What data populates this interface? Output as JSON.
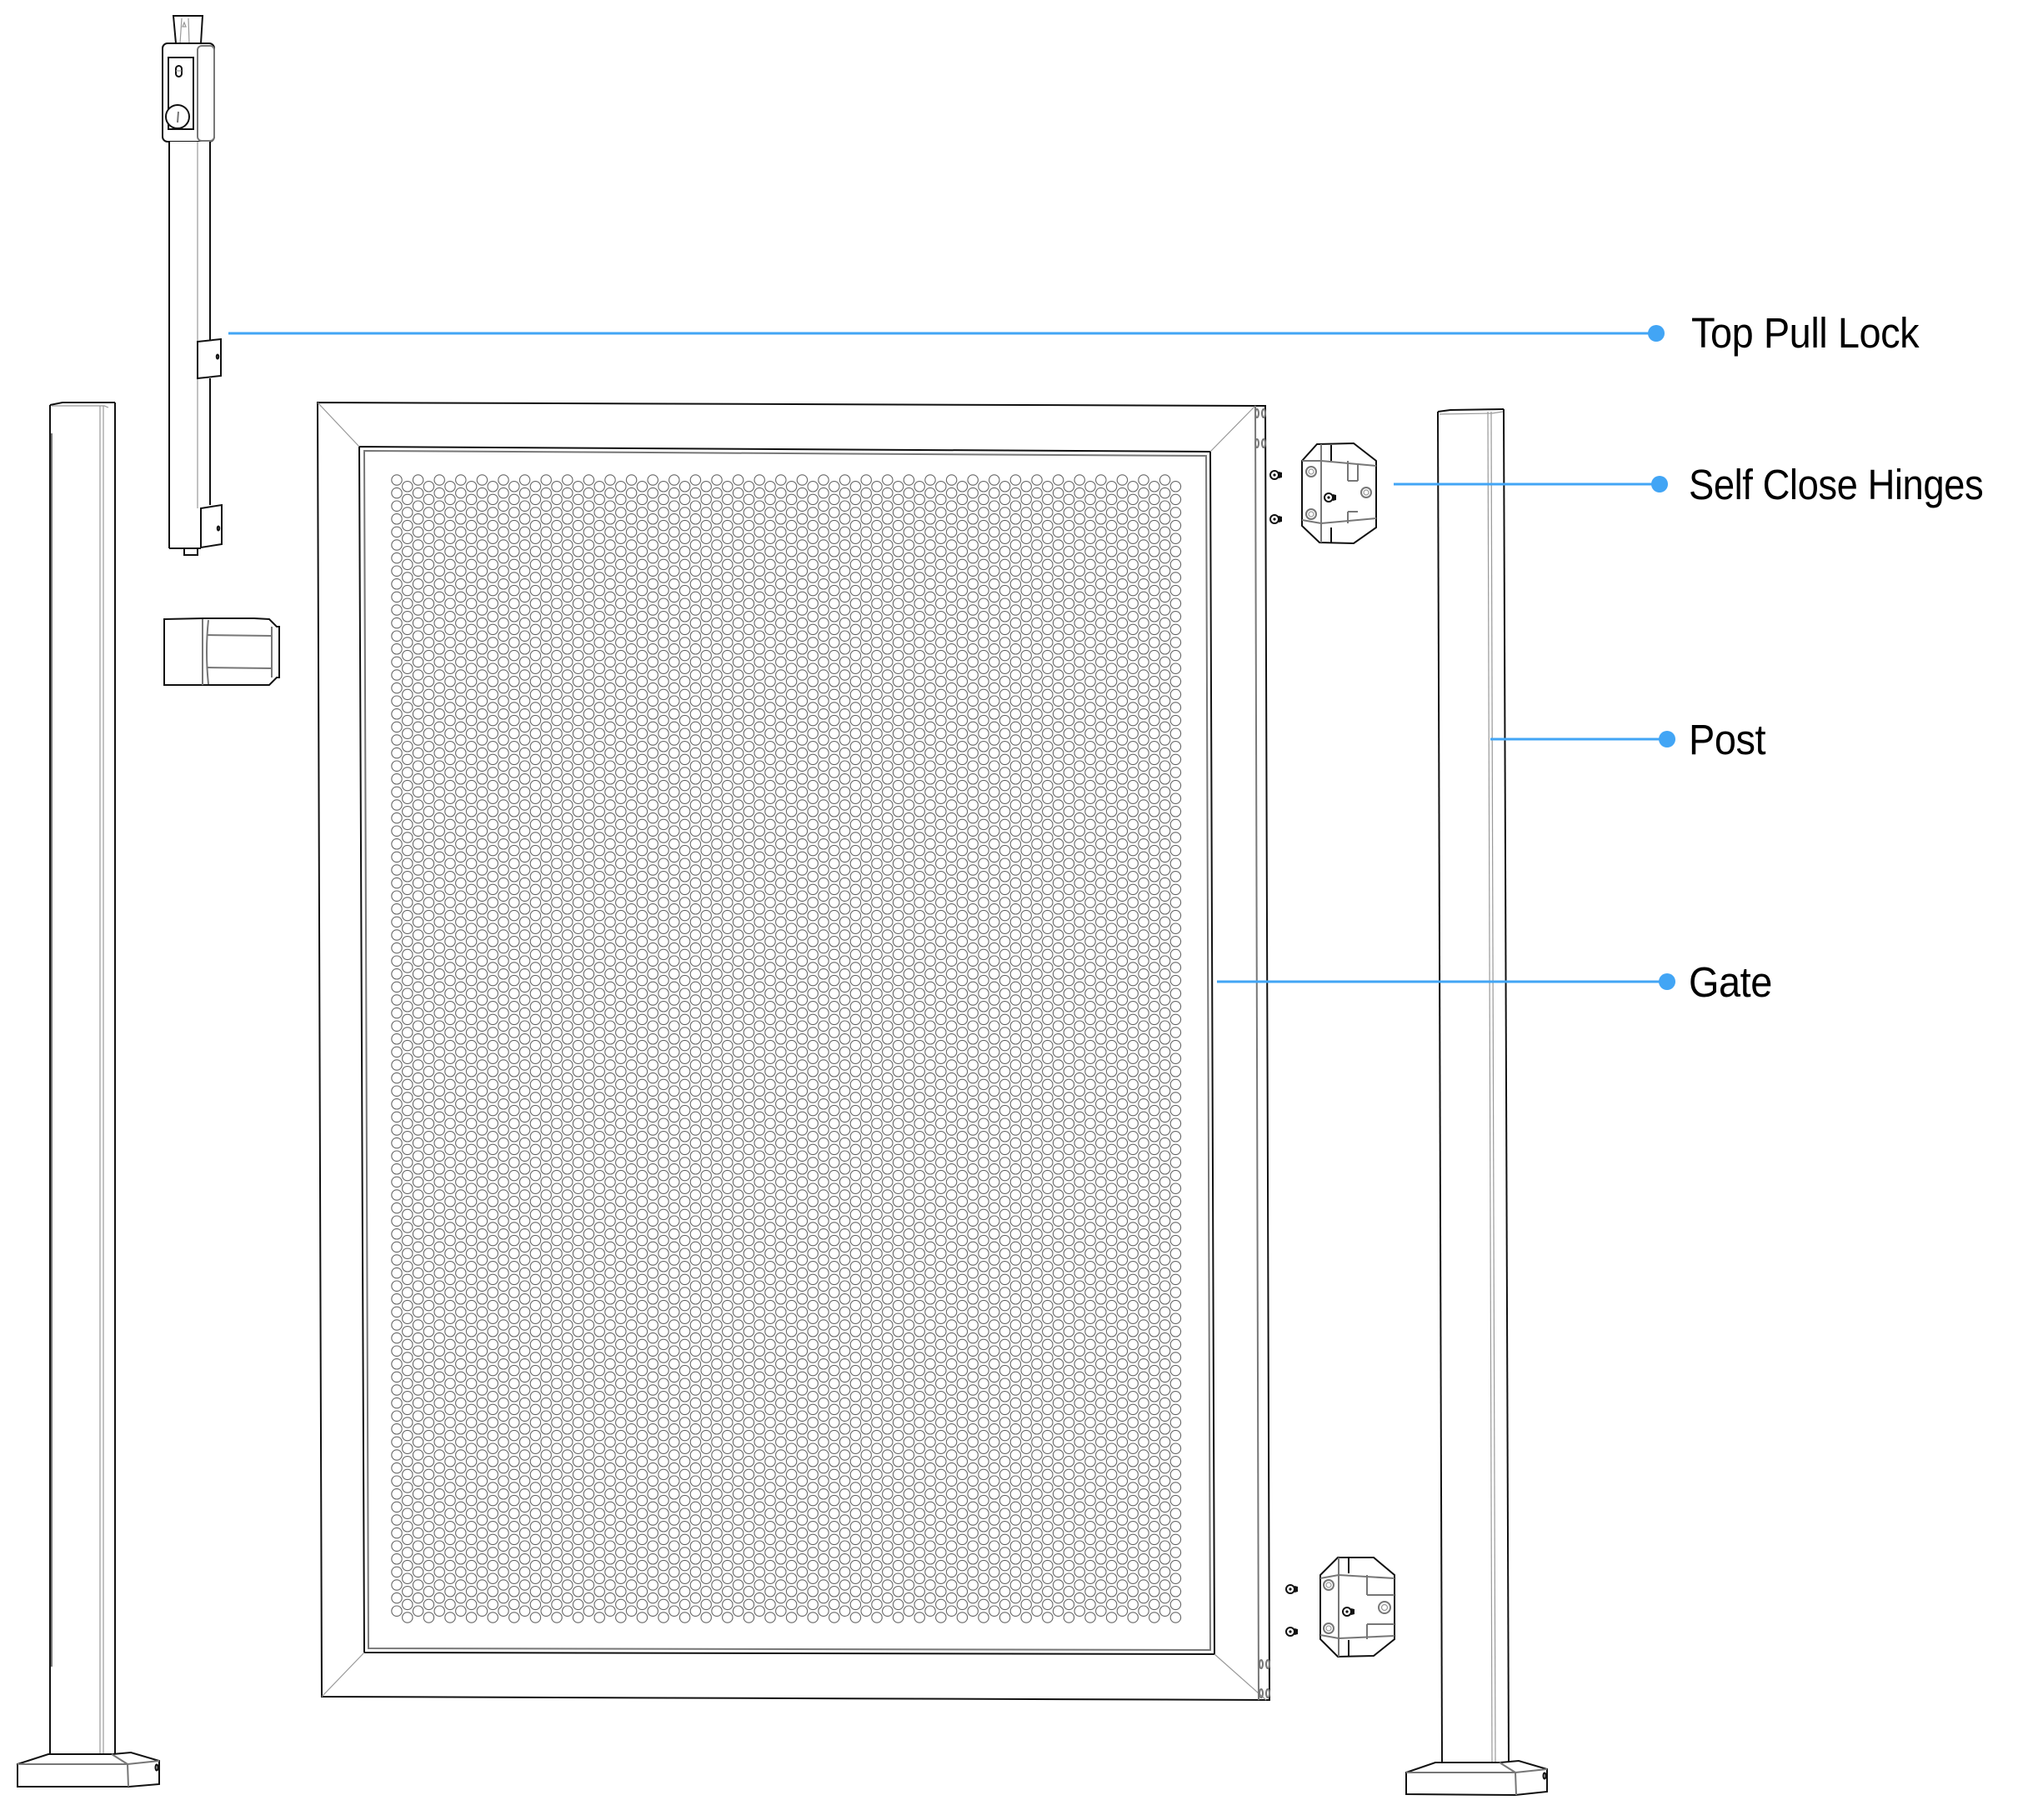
{
  "diagram": {
    "title": "Gate kit exploded view",
    "accent_color": "#42A5F5",
    "line_color": "#111111",
    "callouts": [
      {
        "id": "top-pull-lock",
        "label": "Top Pull Lock",
        "target": "top-pull-lock"
      },
      {
        "id": "self-close-hinges",
        "label": "Self Close Hinges",
        "target": "hinge-top"
      },
      {
        "id": "post",
        "label": "Post",
        "target": "post-right"
      },
      {
        "id": "gate",
        "label": "Gate",
        "target": "gate-panel"
      }
    ],
    "parts": [
      {
        "id": "post-left",
        "name": "Post"
      },
      {
        "id": "top-pull-lock",
        "name": "Top Pull Lock"
      },
      {
        "id": "latch-receiver",
        "name": "Latch receiver"
      },
      {
        "id": "gate-panel",
        "name": "Gate",
        "infill": "perforated circular holes"
      },
      {
        "id": "hinge-top",
        "name": "Self Close Hinge"
      },
      {
        "id": "hinge-bottom",
        "name": "Self Close Hinge"
      },
      {
        "id": "post-right",
        "name": "Post"
      }
    ]
  }
}
